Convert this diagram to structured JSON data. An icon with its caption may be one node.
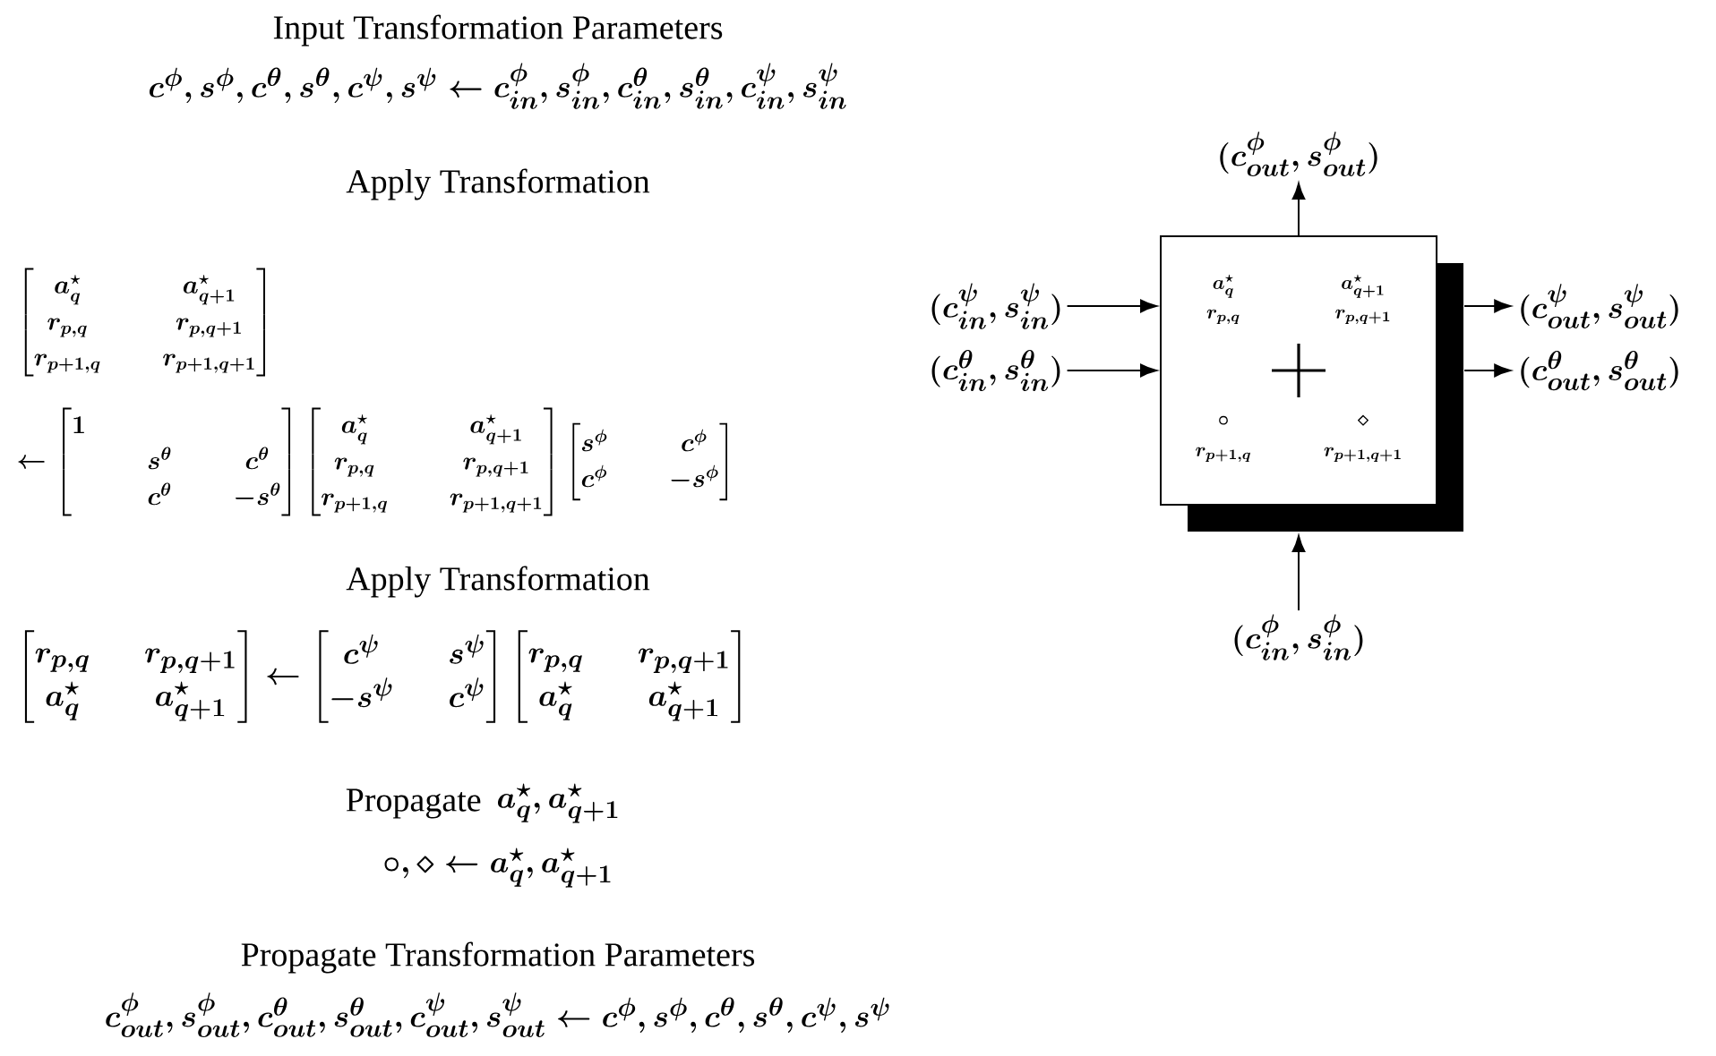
{
  "diagram": {
    "nodes": [
      {
        "text": [
          "a^\\star_q",
          "a^\\star_{q+1}",
          "r_{p,q}",
          "r_{p,q+1}",
          "\\circ",
          "\\diamond",
          "r_{p+1,q}",
          "r_{p+1,q+1}"
        ]
      },
      {
        "text": [
          "(c^{\\phi}_{out}, s^{\\phi}_{out})"
        ]
      },
      {
        "text": [
          "(c^{\\psi}_{in}, s^{\\psi}_{in})"
        ]
      },
      {
        "text": [
          "(c^{\\theta}_{in}, s^{\\theta}_{in})"
        ]
      },
      {
        "text": [
          "(c^{\\psi}_{out}, s^{\\psi}_{out})"
        ]
      },
      {
        "text": [
          "(c^{\\theta}_{out}, s^{\\theta}_{out})"
        ]
      },
      {
        "text": [
          "(c^{\\phi}_{in}, s^{\\phi}_{in})"
        ]
      }
    ],
    "edges": [
      {
        "from": 0,
        "to": 1,
        "arrow": "to"
      },
      {
        "from": 2,
        "to": 0,
        "arrow": "to"
      },
      {
        "from": 3,
        "to": 0,
        "arrow": "to"
      },
      {
        "from": 0,
        "to": 4,
        "arrow": "to"
      },
      {
        "from": 0,
        "to": 5,
        "arrow": "to"
      },
      {
        "from": 6,
        "to": 0,
        "arrow": "to"
      }
    ],
    "labels": [
      "Input Transformation Parameters",
      "c^{\\phi}, s^{\\phi}, c^{\\theta}, s^{\\theta}, c^{\\psi}, s^{\\psi} \\leftarrow c^{\\phi}_{in}, s^{\\phi}_{in}, c^{\\theta}_{in}, s^{\\theta}_{in}, c^{\\psi}_{in}, s^{\\psi}_{in}",
      "Apply Transformation",
      "\\begin{bmatrix} a^\\star_q & a^\\star_{q+1} \\\\ r_{p,q} & r_{p,q+1} \\\\ r_{p+1,q} & r_{p+1,q+1} \\end{bmatrix}",
      "\\leftarrow \\begin{bmatrix} 1 & & \\\\ & s^{\\theta} & c^{\\theta} \\\\ & c^{\\theta} & -s^{\\theta} \\end{bmatrix} \\begin{bmatrix} a^\\star_q & a^\\star_{q+1} \\\\ r_{p,q} & r_{p,q+1} \\\\ r_{p+1,q} & r_{p+1,q+1} \\end{bmatrix} \\begin{bmatrix} s^{\\phi} & c^{\\phi} \\\\ c^{\\phi} & -s^{\\phi} \\end{bmatrix}",
      "Apply Transformation",
      "\\begin{bmatrix} r_{p,q} & r_{p,q+1} \\\\ a^\\star_q & a^\\star_{q+1} \\end{bmatrix} \\leftarrow \\begin{bmatrix} c^{\\psi} & s^{\\psi} \\\\ -s^{\\psi} & c^{\\psi} \\end{bmatrix} \\begin{bmatrix} r_{p,q} & r_{p,q+1} \\\\ a^\\star_q & a^\\star_{q+1} \\end{bmatrix}",
      "Propagate",
      "a^\\star_q, a^\\star_{q+1}",
      "\\circ, \\diamond \\leftarrow a^\\star_q, a^\\star_{q+1}",
      "Propagate Transformation Parameters",
      "c^{\\phi}_{out}, s^{\\phi}_{out}, c^{\\theta}_{out}, s^{\\theta}_{out}, c^{\\psi}_{out}, s^{\\psi}_{out} \\leftarrow c^{\\phi}, s^{\\phi}, c^{\\theta}, s^{\\theta}, c^{\\psi}, s^{\\psi}"
    ]
  }
}
